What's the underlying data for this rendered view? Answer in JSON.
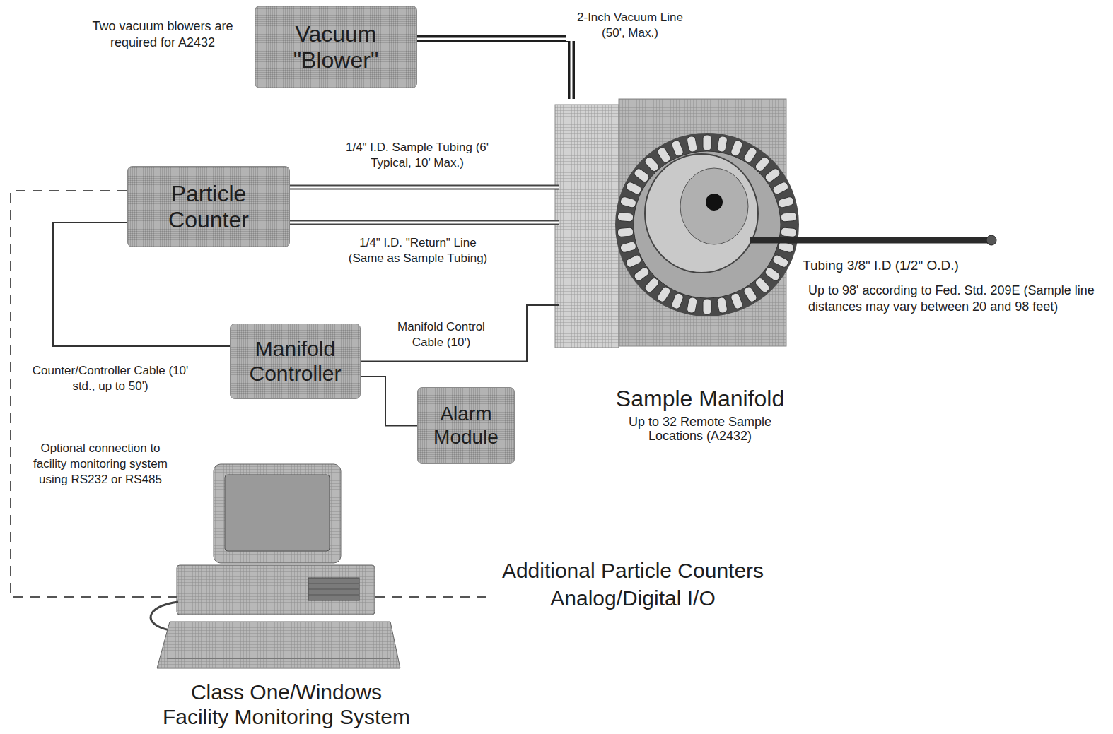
{
  "diagram": {
    "nodes": [
      {
        "text": [
          "Vacuum \"Blower\""
        ]
      },
      {
        "text": [
          "Sample Manifold",
          "Up to 32 Remote Sample Locations (A2432)"
        ]
      },
      {
        "text": [
          "Particle Counter"
        ]
      },
      {
        "text": [
          "Manifold Controller"
        ]
      },
      {
        "text": [
          "Alarm Module"
        ]
      },
      {
        "text": [
          "Class One/Windows Facility Monitoring System"
        ]
      }
    ],
    "edges": [
      {
        "from": 0,
        "to": 1,
        "arrow": "none",
        "label": "2-Inch Vacuum Line (50', Max.)"
      },
      {
        "from": 2,
        "to": 1,
        "arrow": "none",
        "label": "1/4\" I.D. Sample Tubing (6' Typical, 10' Max.)"
      },
      {
        "from": 2,
        "to": 1,
        "arrow": "none",
        "label": "1/4\" I.D. \"Return\" Line (Same as Sample Tubing)"
      },
      {
        "from": 3,
        "to": 1,
        "arrow": "none",
        "label": "Manifold Control Cable (10')"
      },
      {
        "from": 2,
        "to": 3,
        "arrow": "none",
        "label": "Counter/Controller Cable (10' std., up to 50')"
      },
      {
        "from": 3,
        "to": 4,
        "arrow": "none"
      },
      {
        "from": 2,
        "to": 5,
        "arrow": "none"
      }
    ],
    "labels": [
      "Two vacuum blowers are required for A2432",
      "Tubing 3/8\" I.D (1/2\" O.D.)",
      "Up to 98' according to Fed. Std. 209E (Sample line distances may vary between 20 and 98 feet)",
      "Optional connection to facility monitoring system using RS232 or RS485",
      "Additional Particle Counters Analog/Digital I/O"
    ]
  }
}
